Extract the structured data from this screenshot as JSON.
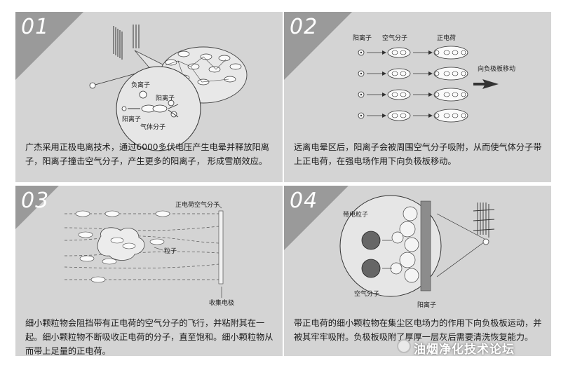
{
  "panels": [
    {
      "number": "01",
      "labels": {
        "negative_ion": "负离子",
        "positive_ion": "阳离子",
        "positive_ion_2": "阳离子",
        "gas_molecule": "气体分子"
      },
      "caption": "广杰采用正极电离技术，通过6000多伏电压产生电晕并释放阳离子，阳离子撞击空气分子，产生更多的阳离子， 形成雪崩效应。"
    },
    {
      "number": "02",
      "labels": {
        "positive_ion": "阳离子",
        "air_molecule": "空气分子",
        "positive_charge": "正电荷",
        "direction": "向负极板移动"
      },
      "caption": "远离电晕区后，阳离子会被周围空气分子吸附，从而使气体分子带上正电荷，在强电场作用下向负极板移动。"
    },
    {
      "number": "03",
      "labels": {
        "charged_air": "正电荷空气分子",
        "particle": "粒子",
        "collector": "收集电极"
      },
      "caption": "细小颗粒物会阻挡带有正电荷的空气分子的飞行，并粘附其在一起。细小颗粒物不断吸收正电荷的分子，直至饱和。细小颗粒物从而带上足量的正电荷。"
    },
    {
      "number": "04",
      "labels": {
        "charged_particle": "带电粒子",
        "air_molecule": "空气分子",
        "positive_ion": "阳离子"
      },
      "caption": "带正电荷的细小颗粒物在集尘区电场力的作用下向负极板运动，并被其牢牢吸附。负极板吸附了厚厚一层灰后需要清洗恢复能力。"
    }
  ],
  "watermark": "油烟净化技术论坛",
  "colors": {
    "panel_bg": "#d4d4d4",
    "corner": "#9a9a9a",
    "text": "#1a1a1a"
  }
}
